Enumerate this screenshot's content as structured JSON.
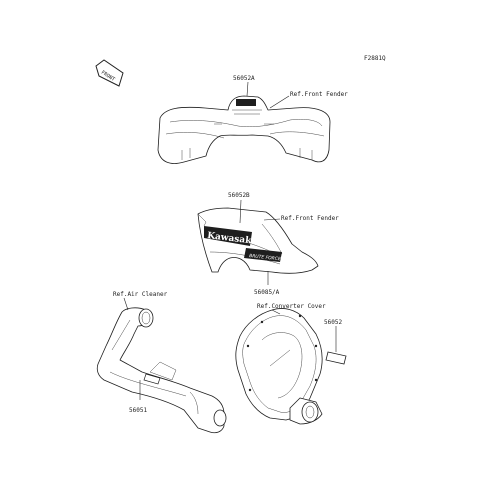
{
  "diagram_code": "F2881Q",
  "front_label": "FRONT",
  "labels": {
    "l1": "56052A",
    "l2": "Ref.Front Fender",
    "l3": "56052B",
    "l4": "Ref.Front Fender",
    "l5": "56085/A",
    "l6": "Ref.Air Cleaner",
    "l7": "Ref.Converter Cover",
    "l8": "56052",
    "l9": "56051"
  },
  "decal_text": {
    "brand": "Kawasaki",
    "model": "BRUTE FORCE"
  },
  "colors": {
    "line": "#1e1e1e",
    "dark": "#222222",
    "background": "#ffffff"
  }
}
